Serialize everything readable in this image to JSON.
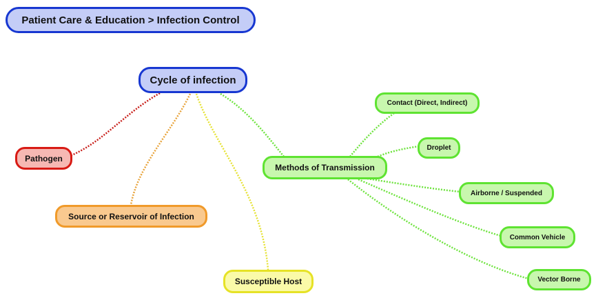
{
  "title": "Patient Care & Education > Infection Control",
  "root": "Cycle of infection",
  "nodes": {
    "pathogen": "Pathogen",
    "source": "Source or Reservoir of Infection",
    "host": "Susceptible Host",
    "methods": "Methods of Transmission"
  },
  "transmission": {
    "contact": "Contact (Direct, Indirect)",
    "droplet": "Droplet",
    "airborne": "Airborne / Suspended",
    "common_vehicle": "Common Vehicle",
    "vector_borne": "Vector Borne"
  },
  "colors": {
    "blue_fill": "#c4cdf7",
    "blue_border": "#1737d1",
    "red_fill": "#f6b8b3",
    "red_border": "#d81a14",
    "orange_fill": "#f9c98f",
    "orange_border": "#f09a2a",
    "yellow_fill": "#fafaa8",
    "yellow_border": "#e6e226",
    "green_fill": "#c8f7ae",
    "green_border": "#5ee331"
  }
}
